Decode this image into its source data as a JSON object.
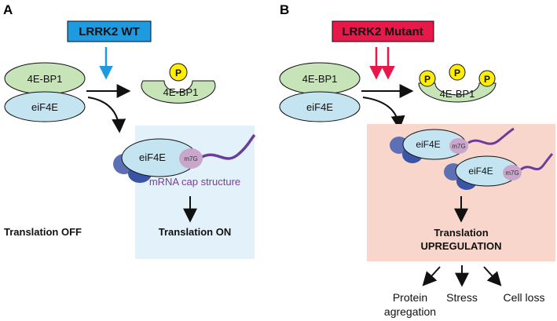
{
  "panel_a": {
    "label": "A",
    "lrrk2_label": "LRRK2 WT",
    "fourebp1": "4E-BP1",
    "eif4e": "eiF4E",
    "fourebp1_bound": "4E-BP1",
    "phospho": "P",
    "complex_eif4e": "eiF4E",
    "m7g": "m7G",
    "cap_structure": "mRNA cap structure",
    "translation_off": "Translation OFF",
    "translation_on": "Translation ON"
  },
  "panel_b": {
    "label": "B",
    "lrrk2_label": "LRRK2 Mutant",
    "fourebp1": "4E-BP1",
    "eif4e": "eiF4E",
    "fourebp1_bound": "4E-BP1",
    "phospho": "P",
    "complex1_eif4e": "eiF4E",
    "complex1_m7g": "m7G",
    "complex2_eif4e": "eiF4E",
    "complex2_m7g": "m7G",
    "translation_line1": "Translation",
    "translation_line2": "UPREGULATION",
    "outcome1_line1": "Protein",
    "outcome1_line2": "agregation",
    "outcome2": "Stress",
    "outcome3": "Cell loss"
  },
  "colors": {
    "wt_box": "#1e9be0",
    "mutant_box": "#e8194a",
    "fourebp1_fill": "#c6e4b8",
    "eif4e_fill": "#c4e4f2",
    "cap_panel": "#e3f2fa",
    "upreg_panel": "#f8d6cc",
    "m7g_fill": "#c9a6cc",
    "mrna_stroke": "#6a3d9a",
    "p_fill": "#ffee00",
    "ribosome_dark": "#3a55a5",
    "ribosome_mid": "#5d6fb5",
    "cap_text": "#7d3c98"
  }
}
